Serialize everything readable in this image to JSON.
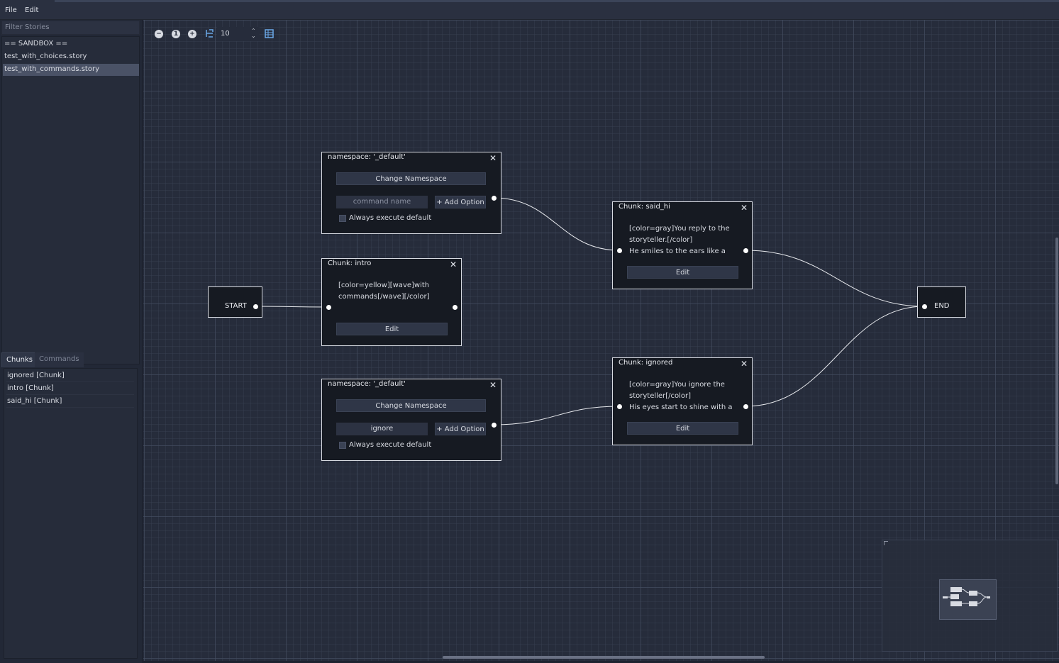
{
  "menu": {
    "file": "File",
    "edit": "Edit"
  },
  "sidebar": {
    "filter_placeholder": "Filter Stories",
    "stories": [
      "== SANDBOX ==",
      "test_with_choices.story",
      "test_with_commands.story"
    ],
    "tabs": {
      "chunks": "Chunks",
      "commands": "Commands"
    },
    "chunks": [
      "ignored [Chunk]",
      "intro [Chunk]",
      "said_hi [Chunk]"
    ]
  },
  "toolbar": {
    "zoom_out_icon": "minus-circle-icon",
    "zoom_reset_icon": "one-circle-icon",
    "zoom_in_icon": "plus-circle-icon",
    "snap_icon": "snap-grid-icon",
    "snap_value": "10",
    "minimap_icon": "minimap-icon"
  },
  "nodes": {
    "start": {
      "label": "START"
    },
    "end": {
      "label": "END"
    },
    "namespace1": {
      "title": "namespace: '_default'",
      "change_ns": "Change Namespace",
      "cmd_placeholder": "command name",
      "add_option": "+ Add Option",
      "always_default": "Always execute default"
    },
    "namespace2": {
      "title": "namespace: '_default'",
      "change_ns": "Change Namespace",
      "cmd_value": "ignore",
      "add_option": "+ Add Option",
      "always_default": "Always execute default"
    },
    "intro": {
      "title": "Chunk: intro",
      "text": "[color=yellow][wave]with\ncommands[/wave][/color]",
      "edit": "Edit"
    },
    "said_hi": {
      "title": "Chunk: said_hi",
      "text": "[color=gray]You reply to the\nstoryteller.[/color]\nHe smiles to  the ears like a",
      "edit": "Edit"
    },
    "ignored": {
      "title": "Chunk: ignored",
      "text": "[color=gray]You ignore the\nstoryteller[/color]\nHis eyes start to shine with a",
      "edit": "Edit"
    }
  },
  "colors": {
    "background": "#262c3b",
    "node_bg": "#161a22",
    "selection": "#4a5266"
  }
}
